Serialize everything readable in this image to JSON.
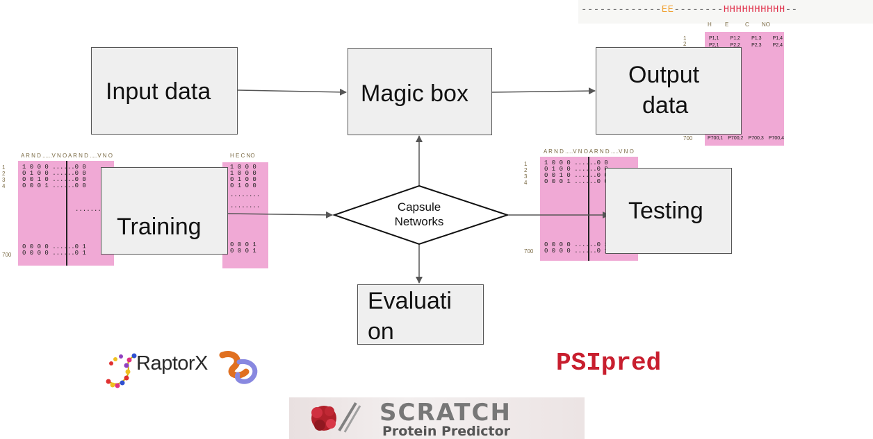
{
  "diagram": {
    "input_box": "Input data",
    "magic_box": "Magic box",
    "output_box_line1": "Output",
    "output_box_line2": "data",
    "training_box": "Training",
    "capsule_line1": "Capsule",
    "capsule_line2": "Networks",
    "testing_box": "Testing",
    "evaluation_line1": "Evaluati",
    "evaluation_line2": "on"
  },
  "ss_strip": {
    "dashes1": "-------------",
    "ee": "EE",
    "dashes2": "--------",
    "hhh": "HHHHHHHHHH",
    "dashes3": "--"
  },
  "output_matrix": {
    "header_h": "H",
    "header_e": "E",
    "header_c": "C",
    "header_no": "NO",
    "row1_index": "1",
    "row2_index": "2",
    "last_index": "700",
    "row1": [
      "P1,1",
      "P1,2",
      "P1,3",
      "P1,4"
    ],
    "row2": [
      "P2,1",
      "P2,2",
      "P2,3",
      "P2,4"
    ],
    "last_row": [
      "P700,1",
      "P700,2",
      "P700,3",
      "P700,4"
    ]
  },
  "train_matrix": {
    "header": "A R N D ......V N O  A R N D .....V N O",
    "rows_idx": [
      "1",
      "2",
      "3",
      "4"
    ],
    "rows": [
      "1 0 0 0 ......0 0",
      "0 1 0 0 ......0 0",
      "0 0 1 0 ......0 0",
      "0 0 0 1 ......0 0"
    ],
    "dots": "...........",
    "last_idx": "700",
    "last_rows": [
      "0 0 0 0 ......0 1",
      "0 0 0 0 ......0 1"
    ],
    "label_header": "H E C NO",
    "label_rows": [
      "1 0 0 0",
      "1 0 0 0",
      "0 1 0 0",
      "0 1 0 0"
    ],
    "label_dots1": "........",
    "label_dots2": "........",
    "label_last": [
      "0 0 0 1",
      "0 0 0 1"
    ]
  },
  "test_matrix": {
    "header": "A R N D .....V N O  A R N D .....V N O",
    "rows_idx": [
      "1",
      "2",
      "3",
      "4"
    ],
    "rows": [
      "1 0 0 0 ......0 0",
      "0 1 0 0 ......0 0",
      "0 0 1 0 ......0 0",
      "0 0 0 1 ......0 0"
    ],
    "last_idx": "700",
    "last_rows": [
      "0 0 0 0 ......0 1",
      "0 0 0 0 ......0 1"
    ]
  },
  "logos": {
    "raptorx": "RaptorX",
    "psipred": "PSIpred",
    "scratch_line1": "SCRATCH",
    "scratch_line2": "Protein Predictor"
  },
  "colors": {
    "pink": "#f0a9d5",
    "box_fill": "#efefef",
    "ee_color": "#f0a030",
    "h_color": "#e0304a"
  }
}
